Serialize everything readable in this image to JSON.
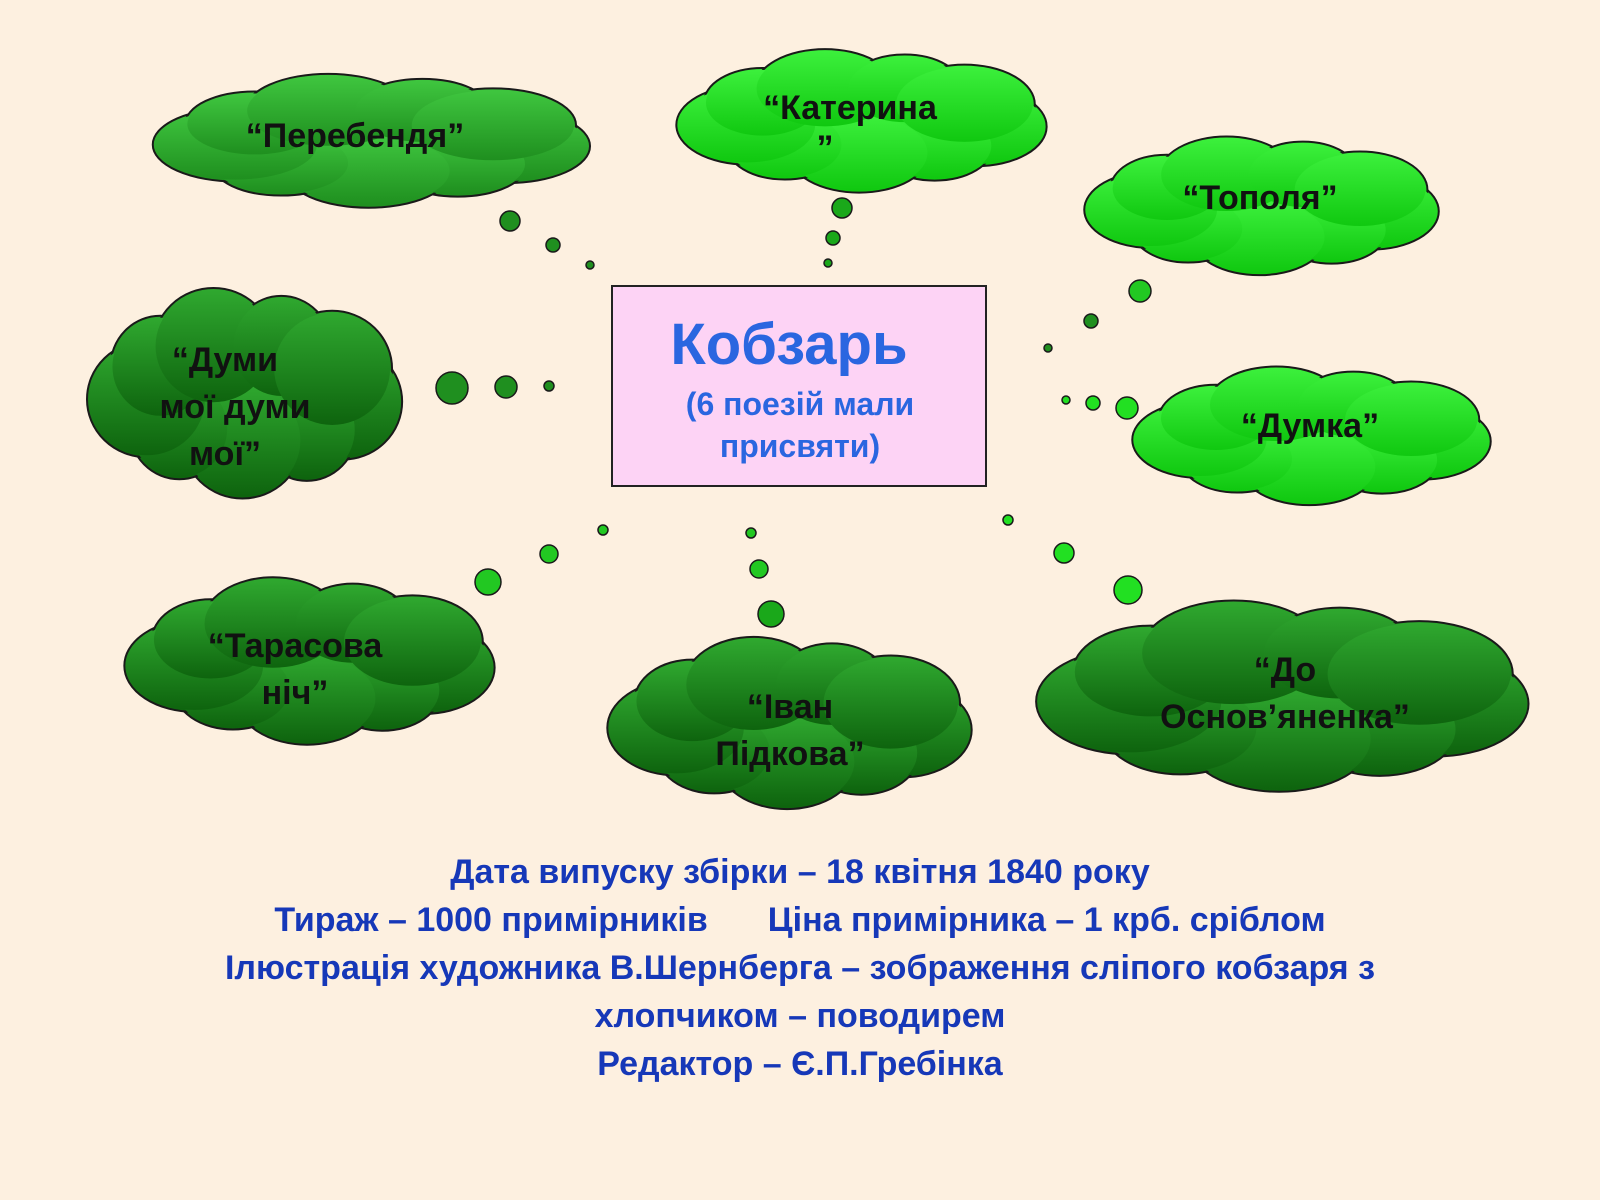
{
  "center": {
    "title": "Кобзарь",
    "subtitle_line1": "(6 поезій мали",
    "subtitle_line2": "присвяти)"
  },
  "poems": [
    {
      "id": "perebendia",
      "lines": [
        "“Перебендя”"
      ]
    },
    {
      "id": "kateryna",
      "lines": [
        "“Катерина",
        "”"
      ]
    },
    {
      "id": "topolia",
      "lines": [
        "“Тополя”"
      ]
    },
    {
      "id": "dumy",
      "lines": [
        "“Думи",
        "мої думи",
        "мої”"
      ]
    },
    {
      "id": "dumka",
      "lines": [
        "“Думка”"
      ]
    },
    {
      "id": "tarasova",
      "lines": [
        "“Тарасова",
        "ніч”"
      ]
    },
    {
      "id": "ivan",
      "lines": [
        "“Іван",
        "Підкова”"
      ]
    },
    {
      "id": "osnov",
      "lines": [
        "“До",
        "Основ’яненка”"
      ]
    }
  ],
  "info": {
    "release_date": "Дата випуску збірки – 18 квітня 1840 року",
    "print_run": "Тираж – 1000 примірників",
    "price": "Ціна примірника – 1 крб. сріблом",
    "illustration_line1": "Ілюстрація художника В.Шернберга – зображення сліпого кобзаря з",
    "illustration_line2": "хлопчиком – поводирем",
    "editor": "Редактор – Є.П.Гребінка"
  },
  "colors": {
    "background": "#fdf0e0",
    "center_fill": "#fdd3f5",
    "center_text": "#2a66e0",
    "info_text": "#1638b8",
    "cloud_bright": "#22e022",
    "cloud_mid": "#26b526",
    "cloud_dark": "#167a16"
  }
}
